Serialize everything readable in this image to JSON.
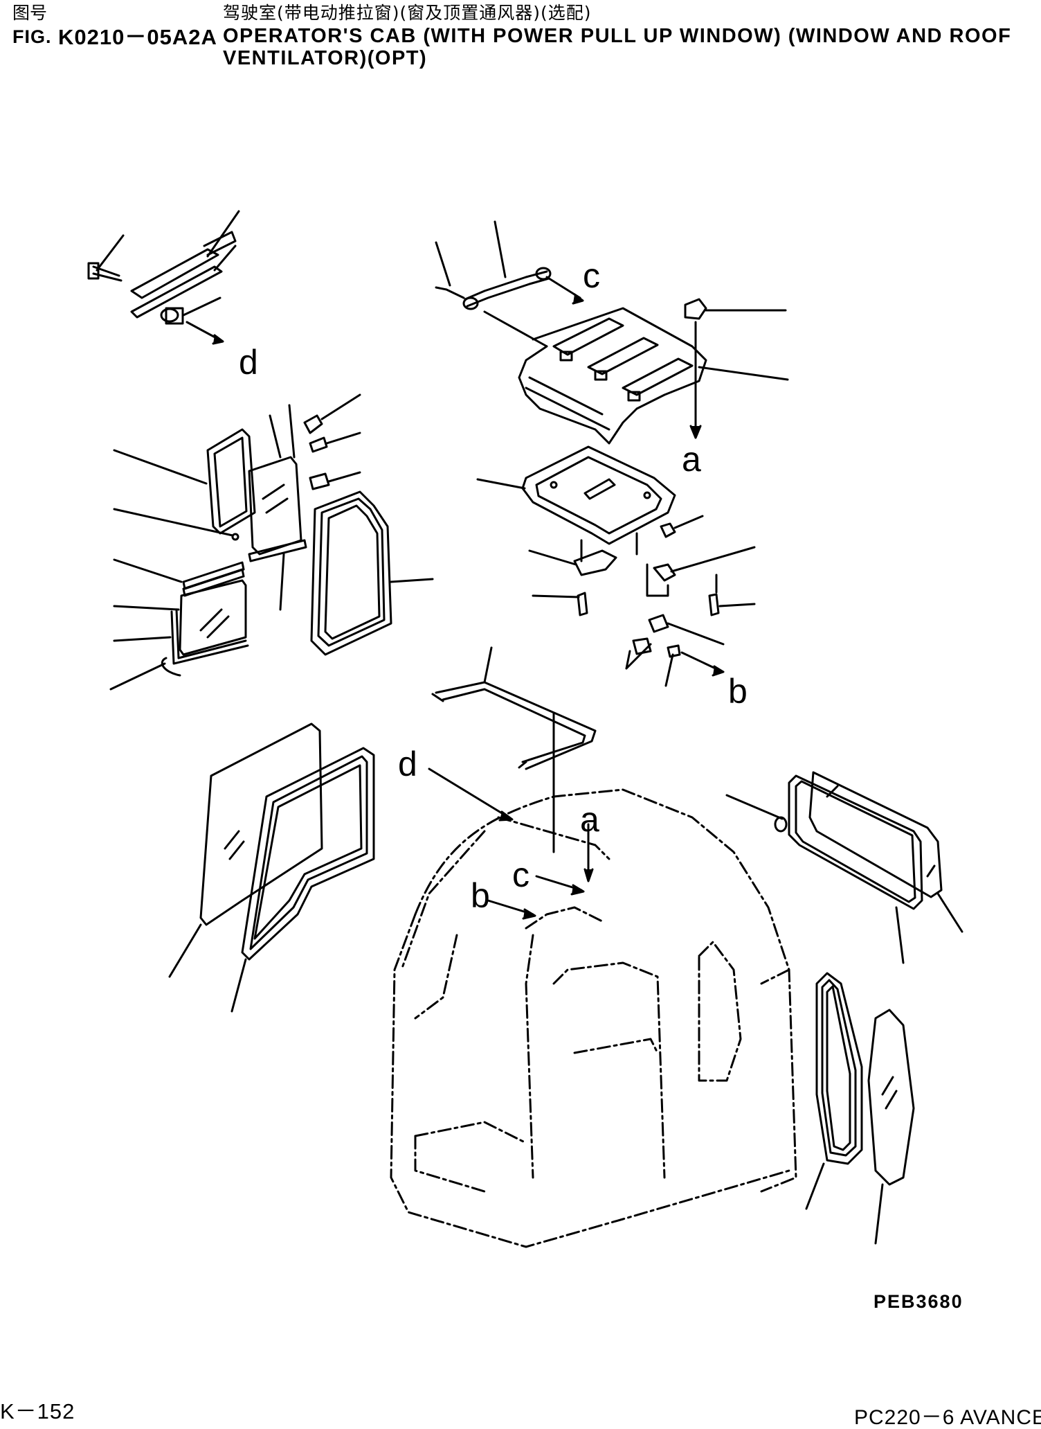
{
  "header": {
    "fig_label_cn": "图号",
    "fig_label_en": "FIG.",
    "fig_code": "K0210－05A2A",
    "title_cn": "驾驶室(带电动推拉窗)(窗及顶置通风器)(选配)",
    "title_en_line1": "OPERATOR'S CAB (WITH POWER PULL UP WINDOW) (WINDOW AND ROOF",
    "title_en_line2": "VENTILATOR)(OPT)"
  },
  "callouts": {
    "a": "a",
    "b": "b",
    "c": "c",
    "d": "d"
  },
  "footer": {
    "drawing_number": "PEB3680",
    "page_number": "K－152",
    "model": "PC220－6 AVANCE"
  }
}
